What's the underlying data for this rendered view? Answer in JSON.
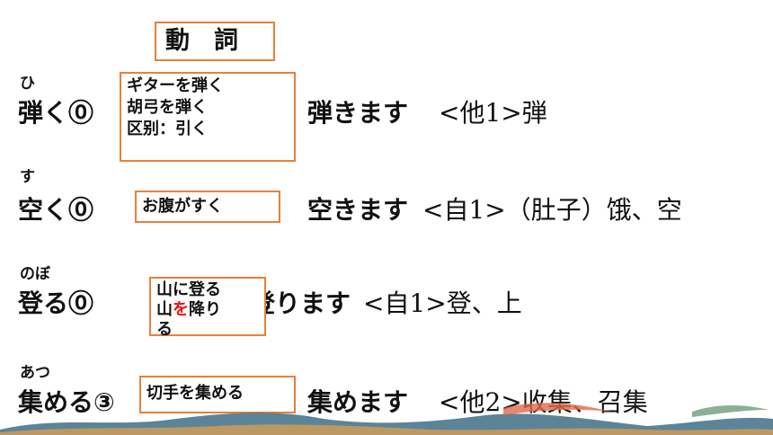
{
  "title": "動　詞",
  "verbs": [
    {
      "furigana": "ひ",
      "word": "弾く⓪",
      "conjugation": "弾きます",
      "meaning": "<他1>弾",
      "examples": [
        "ギターを弾く",
        "胡弓を弾く",
        "区别：引く"
      ]
    },
    {
      "furigana": "す",
      "word": "空く⓪",
      "conjugation": "空きます",
      "meaning": "<自1>（肚子）饿、空",
      "examples": [
        "お腹がすく"
      ]
    },
    {
      "furigana": "のぼ",
      "word": "登る⓪",
      "conjugation": "登ります",
      "meaning": "<自1>登、上",
      "examples": [
        "山に登る",
        "山",
        "を",
        "降り",
        "る"
      ]
    },
    {
      "furigana": "あつ",
      "word": "集める③",
      "conjugation": "集めます",
      "meaning": "<他2>收集、召集",
      "examples": [
        "切手を集める"
      ]
    }
  ],
  "colors": {
    "box_border": "#e8803a",
    "highlight": "#e11111"
  }
}
